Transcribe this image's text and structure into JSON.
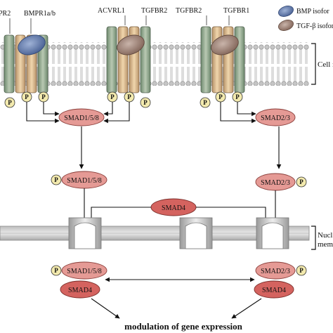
{
  "receptors": {
    "left_type2": "PR2",
    "left_type1": "BMPR1a/b",
    "middle_type1": "ACVRL1",
    "middle_type2": "TGFBR2",
    "right_type2": "TGFBR2",
    "right_type1": "TGFBR1"
  },
  "legend": {
    "bmp": "BMP isofor",
    "tgf": "TGF-β isofor"
  },
  "membrane_labels": {
    "cell": "Cell m",
    "nuclear_line1": "Nucl",
    "nuclear_line2": "mem"
  },
  "phospho": "P",
  "smads": {
    "smad158": "SMAD1/5/8",
    "smad23": "SMAD2/3",
    "smad4": "SMAD4"
  },
  "footer": "modulation of gene expression",
  "colors": {
    "smad_fill": "#e59a95",
    "smad4_fill": "#d4635f",
    "bmp_ligand": "#5d76a8",
    "tgf_ligand": "#9b8278",
    "phospho_fill": "#f3eaae"
  }
}
